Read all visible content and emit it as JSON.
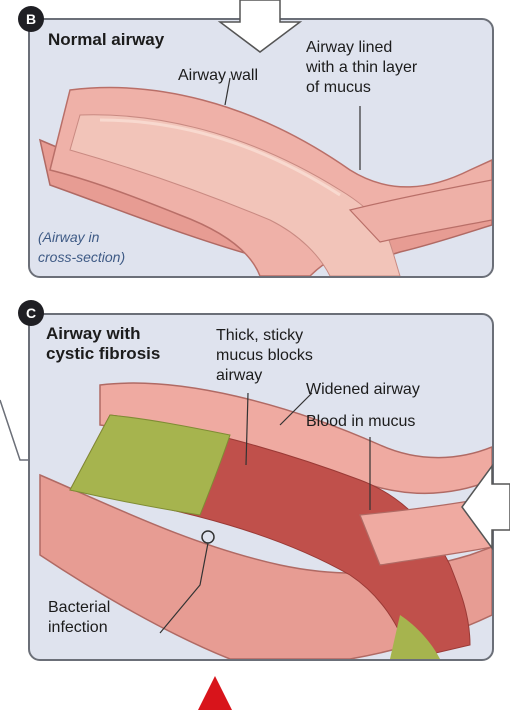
{
  "panel_b": {
    "badge": "B",
    "title": "Normal airway",
    "label_wall": "Airway wall",
    "label_mucus_line1": "Airway lined",
    "label_mucus_line2": "with a thin layer",
    "label_mucus_line3": "of mucus",
    "cross_line1": "(Airway in",
    "cross_line2": "cross-section)"
  },
  "panel_c": {
    "badge": "C",
    "title_line1": "Airway with",
    "title_line2": "cystic fibrosis",
    "thick_line1": "Thick, sticky",
    "thick_line2": "mucus blocks",
    "thick_line3": "airway",
    "label_widened": "Widened airway",
    "label_blood": "Blood in mucus",
    "bact_line1": "Bacterial",
    "bact_line2": "infection"
  },
  "colors": {
    "panel_bg": "#dfe3ee",
    "tissue_pink": "#e89a93",
    "tissue_dark": "#c46a66",
    "mucus_green": "#a6b44e",
    "arrow_white": "#ffffff",
    "arrow_red": "#d8141b"
  }
}
